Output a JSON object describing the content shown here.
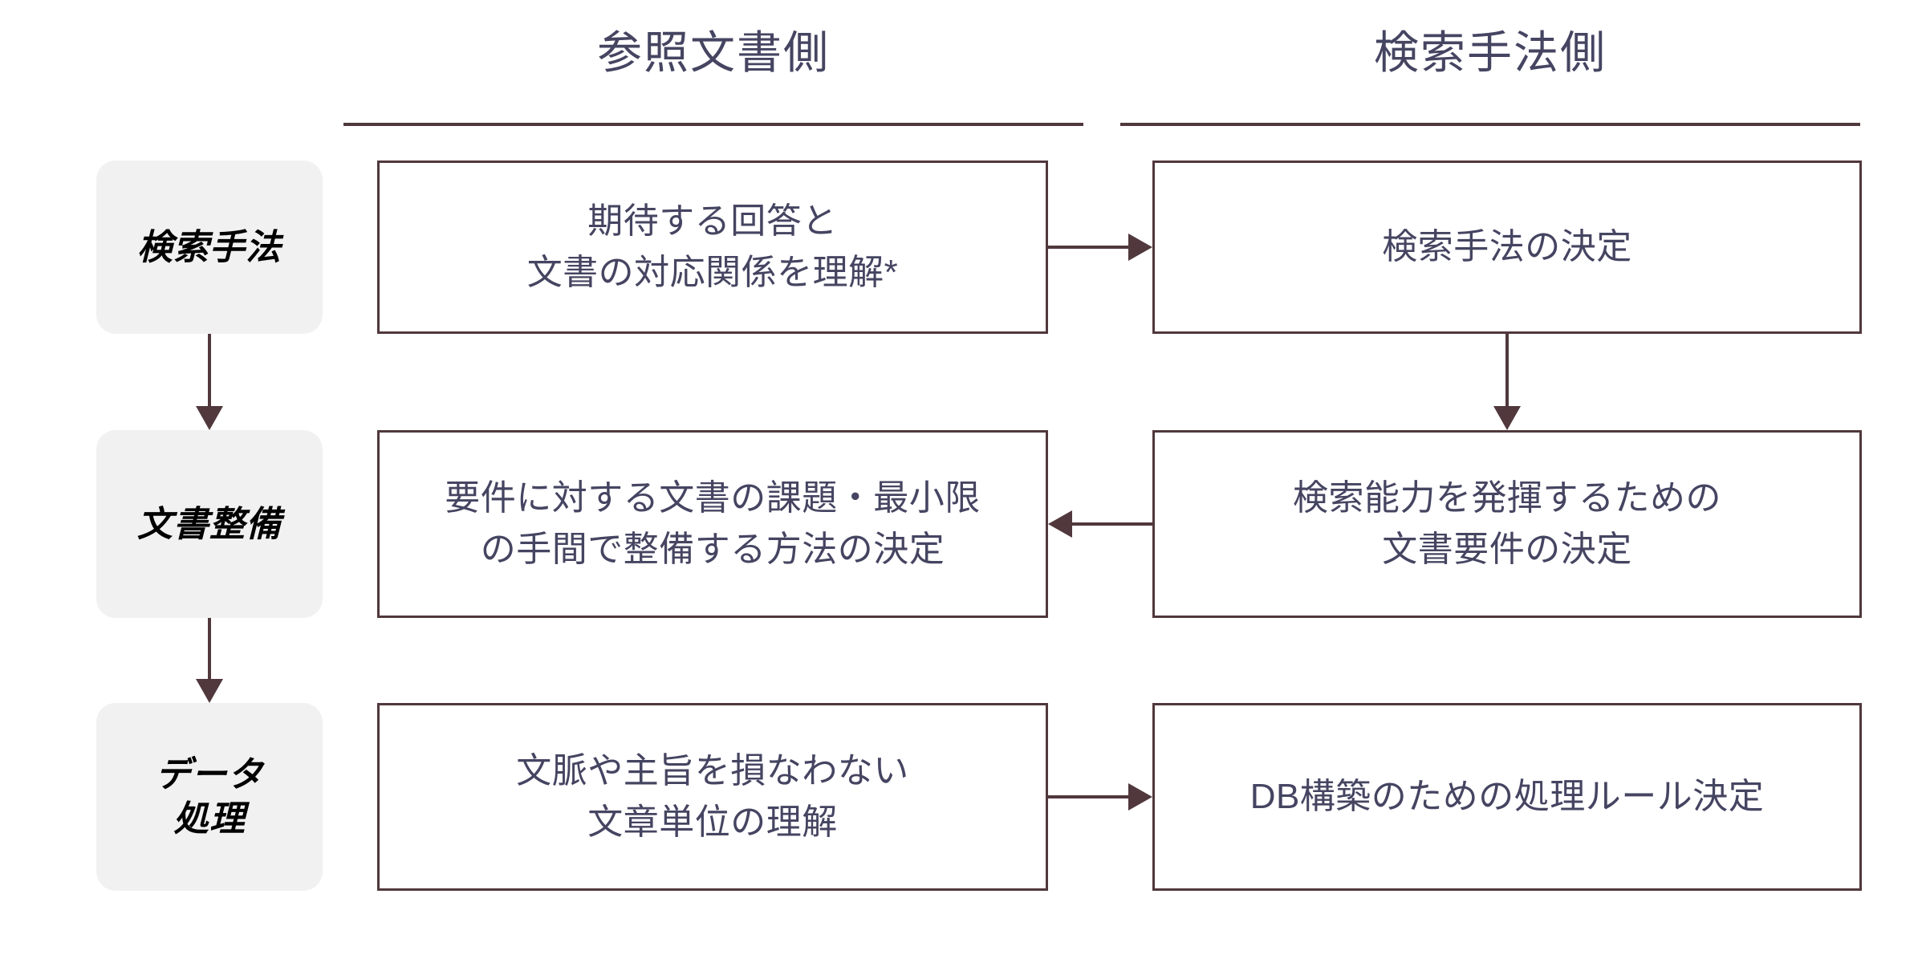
{
  "diagram": {
    "columns": [
      {
        "id": "reference-document-side",
        "label": "参照文書側"
      },
      {
        "id": "search-method-side",
        "label": "検索手法側"
      }
    ],
    "stages": [
      {
        "id": "search-method",
        "line1": "検索手法",
        "line2": ""
      },
      {
        "id": "document-preparation",
        "line1": "文書整備",
        "line2": ""
      },
      {
        "id": "data-processing",
        "line1": "データ",
        "line2": "処理"
      }
    ],
    "rows": [
      {
        "left": {
          "line1": "期待する回答と",
          "line2": "文書の対応関係を理解*"
        },
        "right": {
          "line1": "検索手法の決定",
          "line2": ""
        },
        "arrow": "right"
      },
      {
        "left": {
          "line1": "要件に対する文書の課題・最小限",
          "line2": "の手間で整備する方法の決定"
        },
        "right": {
          "line1": "検索能力を発揮するための",
          "line2": "文書要件の決定"
        },
        "arrow": "left"
      },
      {
        "left": {
          "line1": "文脈や主旨を損なわない",
          "line2": "文章単位の理解"
        },
        "right": {
          "line1": "DB構築のための処理ルール決定",
          "line2": ""
        },
        "arrow": "right"
      }
    ],
    "colors": {
      "stroke": "#50383c",
      "box_text": "#454562",
      "stage_fill": "#f1f1f1",
      "stage_text": "#000000",
      "background": "#ffffff"
    }
  }
}
